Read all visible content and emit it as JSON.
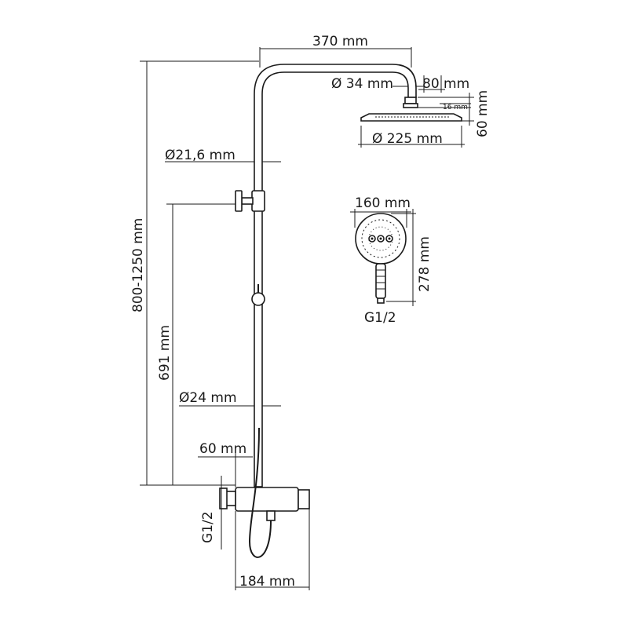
{
  "labels": {
    "arm_width": "370 mm",
    "arm_diameter": "Ø 34 mm",
    "head_offset": "80 mm",
    "head_thickness_small": "16 mm",
    "head_height": "60 mm",
    "head_diameter": "Ø 225 mm",
    "rail_upper_diameter": "Ø21,6 mm",
    "total_height": "800-1250 mm",
    "handshower_width": "160 mm",
    "handshower_length": "278 mm",
    "handshower_thread": "G1/2",
    "valve_height": "691 mm",
    "rail_lower_diameter": "Ø24 mm",
    "mixer_offset": "60 mm",
    "inlet_thread": "G1/2",
    "mixer_width": "184 mm"
  },
  "colors": {
    "line": "#1a1a1a",
    "background": "#ffffff"
  }
}
